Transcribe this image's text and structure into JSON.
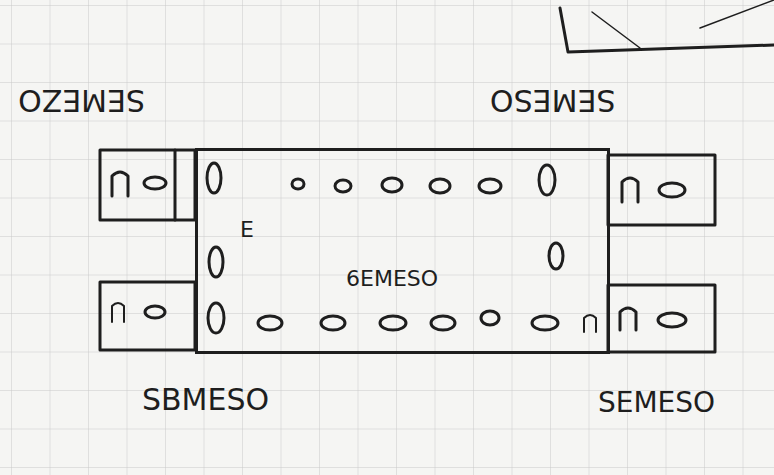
{
  "diagram": {
    "nodes": [
      {
        "text": [
          "6EMESO"
        ]
      }
    ],
    "labels": [
      "SEMEZO",
      "SEMESO",
      "E",
      "SBMESO",
      "SEMESO"
    ]
  }
}
